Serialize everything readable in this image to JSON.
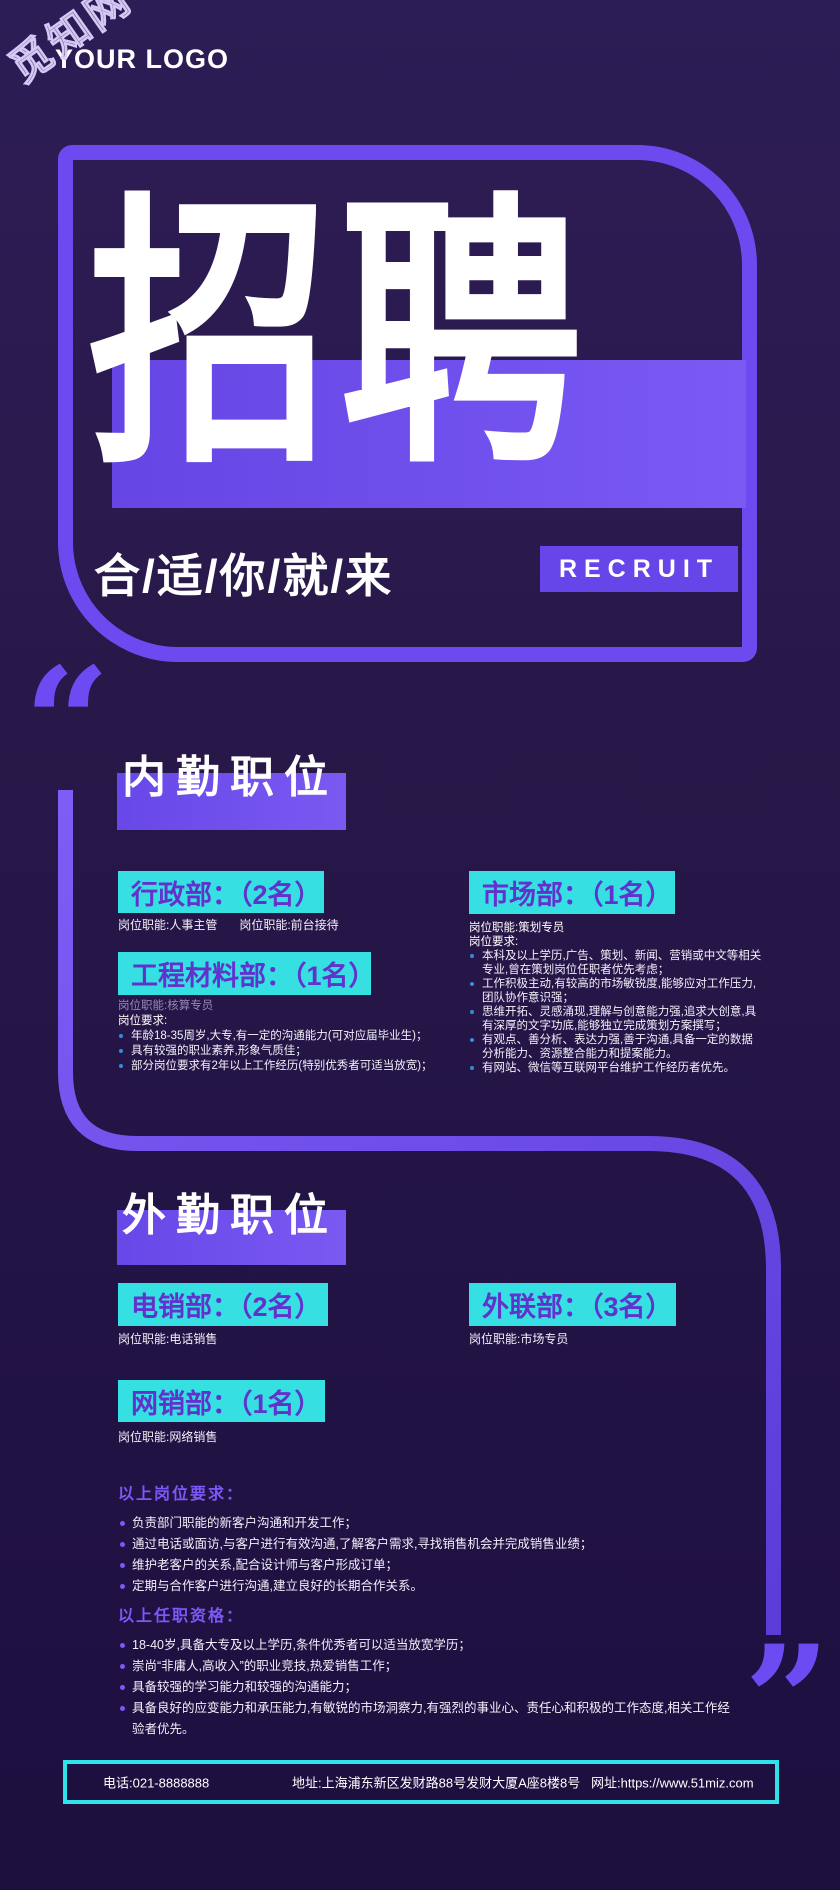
{
  "logo": "YOUR LOGO",
  "watermark": "觅知网",
  "hero": {
    "title": "招聘",
    "subtitle": "合/适/你/就/来",
    "badge": "RECRUIT"
  },
  "sections": {
    "internal": {
      "heading": "内勤职位",
      "jobs": [
        {
          "dept": "行政部：（2名）",
          "roles": [
            "岗位职能:人事主管",
            "岗位职能:前台接待"
          ]
        },
        {
          "dept": "市场部：（1名）",
          "role": "岗位职能:策划专员",
          "req_label": "岗位要求:",
          "bullets": [
            "本科及以上学历,广告、策划、新闻、营销或中文等相关专业,曾在策划岗位任职者优先考虑；",
            "工作积极主动,有较高的市场敏锐度,能够应对工作压力,团队协作意识强；",
            "思维开拓、灵感涌现,理解与创意能力强,追求大创意,具有深厚的文字功底,能够独立完成策划方案撰写；",
            "有观点、善分析、表达力强,善于沟通,具备一定的数据分析能力、资源整合能力和提案能力。",
            "有网站、微信等互联网平台维护工作经历者优先。"
          ]
        },
        {
          "dept": "工程材料部：（1名）",
          "role": "岗位职能:核算专员",
          "req_label": "岗位要求:",
          "bullets": [
            "年龄18-35周岁,大专,有一定的沟通能力(可对应届毕业生)；",
            "具有较强的职业素养,形象气质佳；",
            "部分岗位要求有2年以上工作经历(特别优秀者可适当放宽)；"
          ]
        }
      ]
    },
    "field": {
      "heading": "外勤职位",
      "jobs": [
        {
          "dept": "电销部：（2名）",
          "role": "岗位职能:电话销售"
        },
        {
          "dept": "外联部：（3名）",
          "role": "岗位职能:市场专员"
        },
        {
          "dept": "网销部：（1名）",
          "role": "岗位职能:网络销售"
        }
      ]
    },
    "requirements": {
      "heading": "以上岗位要求：",
      "bullets": [
        "负责部门职能的新客户沟通和开发工作；",
        "通过电话或面访,与客户进行有效沟通,了解客户需求,寻找销售机会并完成销售业绩；",
        "维护老客户的关系,配合设计师与客户形成订单；",
        "定期与合作客户进行沟通,建立良好的长期合作关系。"
      ]
    },
    "qualifications": {
      "heading": "以上任职资格：",
      "bullets": [
        "18-40岁,具备大专及以上学历,条件优秀者可以适当放宽学历；",
        "崇尚“非庸人,高收入”的职业竞技,热爱销售工作；",
        "具备较强的学习能力和较强的沟通能力；",
        "具备良好的应变能力和承压能力,有敏锐的市场洞察力,有强烈的事业心、责任心和积极的工作态度,相关工作经验者优先。"
      ]
    }
  },
  "footer": {
    "phone": "电话:021-8888888",
    "address": "地址:上海浦东新区发财路88号发财大厦A座8楼8号",
    "website": "网址:https://www.51miz.com"
  },
  "colors": {
    "background_top": "#2d1d56",
    "background_bottom": "#1c0f3e",
    "accent_purple": "#6c4af0",
    "band_purple": "#6a49ea",
    "cyan": "#35dfe2",
    "box_text_purple": "#6233cc",
    "req_heading_purple": "#7c58fa",
    "bullet_blue": "#2e8ed8",
    "footer_border_cyan": "#2ee4ea"
  }
}
